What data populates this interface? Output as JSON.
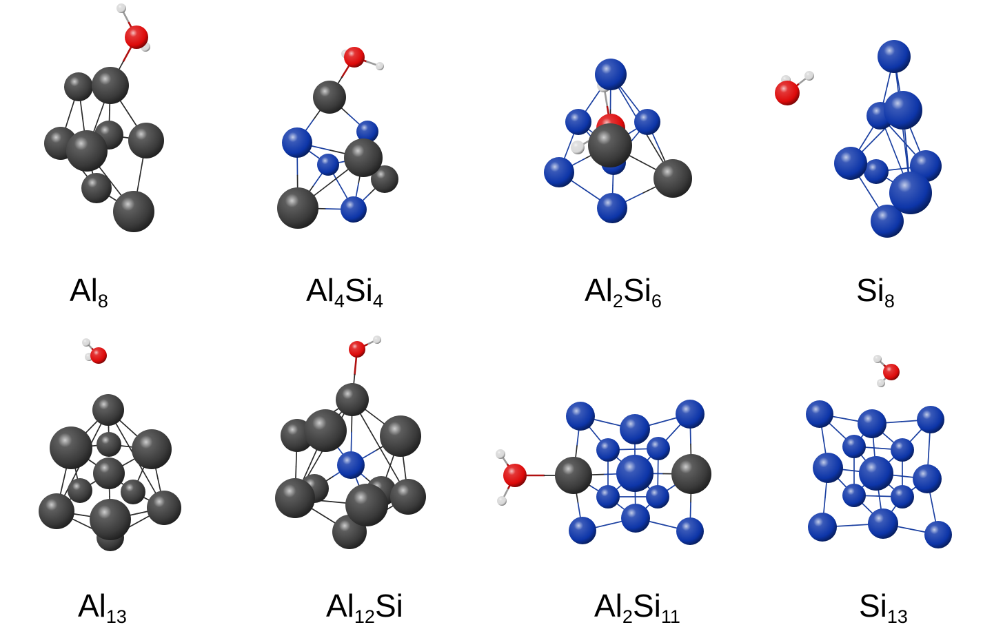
{
  "colors": {
    "al": "#3a3a3a",
    "si": "#0d35a8",
    "oxygen": "#dd0a0a",
    "hydrogen": "#d8d8d8",
    "bond_al": "#2a2a2a",
    "bond_si": "#1a3fa0",
    "bond_o": "#b01010"
  },
  "clusters": [
    {
      "id": "al8",
      "label": {
        "parts": [
          {
            "t": "Al",
            "s": "8"
          }
        ]
      }
    },
    {
      "id": "al4si4",
      "label": {
        "parts": [
          {
            "t": "Al",
            "s": "4"
          },
          {
            "t": "Si",
            "s": "4"
          }
        ]
      }
    },
    {
      "id": "al2si6",
      "label": {
        "parts": [
          {
            "t": "Al",
            "s": "2"
          },
          {
            "t": "Si",
            "s": "6"
          }
        ]
      }
    },
    {
      "id": "si8",
      "label": {
        "parts": [
          {
            "t": "Si",
            "s": "8"
          }
        ]
      }
    },
    {
      "id": "al13",
      "label": {
        "parts": [
          {
            "t": "Al",
            "s": "13"
          }
        ]
      }
    },
    {
      "id": "al12si",
      "label": {
        "parts": [
          {
            "t": "Al",
            "s": "12"
          },
          {
            "t": "Si",
            "s": ""
          }
        ]
      }
    },
    {
      "id": "al2si11",
      "label": {
        "parts": [
          {
            "t": "Al",
            "s": "2"
          },
          {
            "t": "Si",
            "s": "11"
          }
        ]
      }
    },
    {
      "id": "si13",
      "label": {
        "parts": [
          {
            "t": "Si",
            "s": "13"
          }
        ]
      }
    }
  ]
}
